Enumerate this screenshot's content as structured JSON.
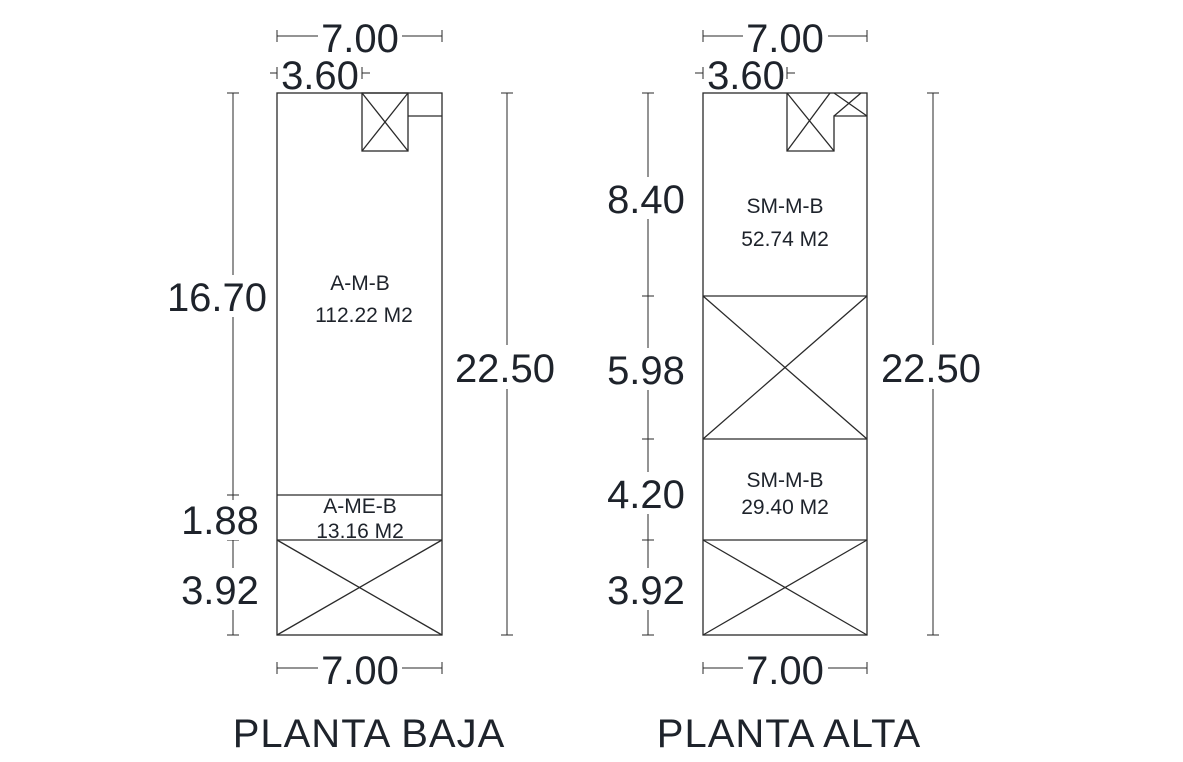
{
  "plans": [
    {
      "title": "PLANTA BAJA",
      "top_width": "7.00",
      "top_partial": "3.60",
      "bottom_width": "7.00",
      "total_height": "22.50",
      "left_dims": [
        "16.70",
        "1.88",
        "3.92"
      ],
      "rooms": [
        {
          "code": "A-M-B",
          "area": "112.22 M2"
        },
        {
          "code": "A-ME-B",
          "area": "13.16 M2"
        }
      ]
    },
    {
      "title": "PLANTA ALTA",
      "top_width": "7.00",
      "top_partial": "3.60",
      "bottom_width": "7.00",
      "total_height": "22.50",
      "left_dims": [
        "8.40",
        "5.98",
        "4.20",
        "3.92"
      ],
      "rooms": [
        {
          "code": "SM-M-B",
          "area": "52.74 M2"
        },
        {
          "code": "SM-M-B",
          "area": "29.40 M2"
        }
      ]
    }
  ]
}
